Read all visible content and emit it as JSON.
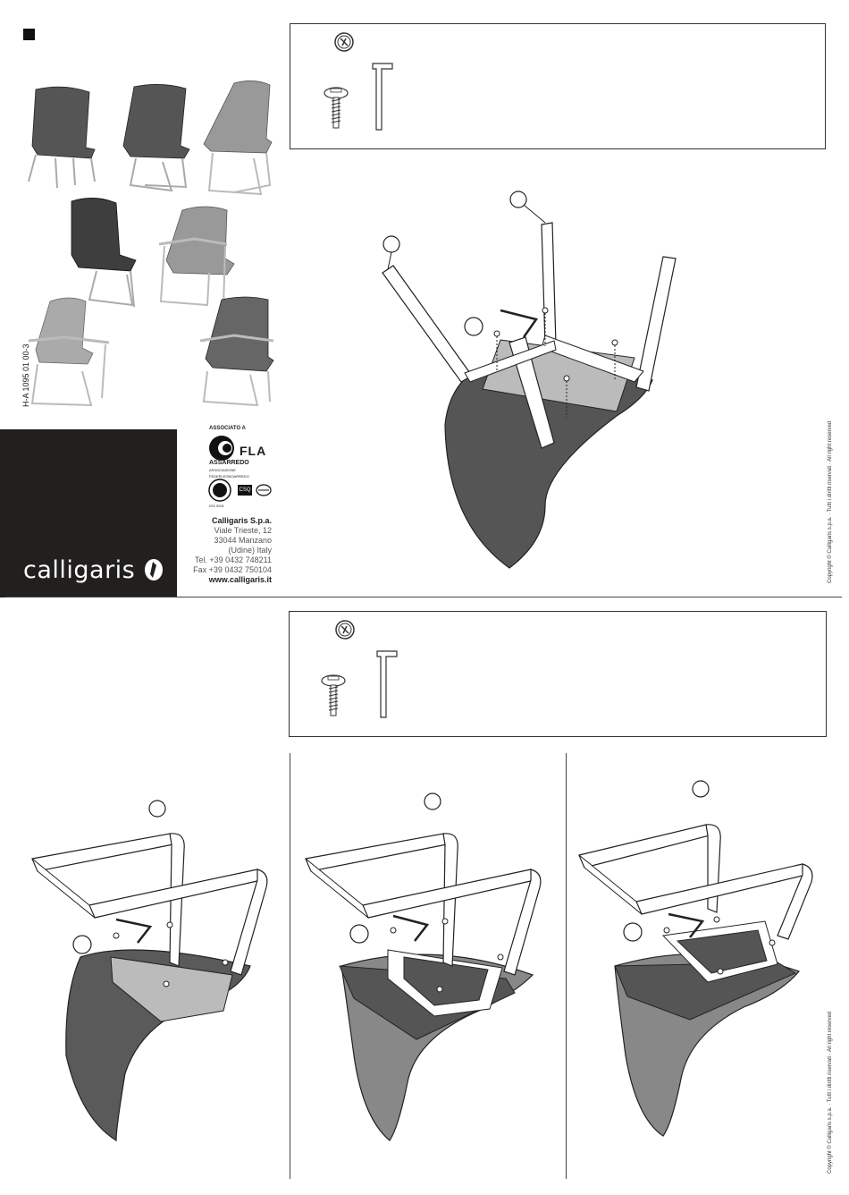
{
  "document": {
    "code": "H-A 1095 01 00-3",
    "copyright": "Copyright © Calligaris s.p.a. · Tutti i diritti riservati · All right reserved"
  },
  "brand": {
    "name": "calligaris",
    "company": "Calligaris S.p.a.",
    "address_line1": "Viale Trieste, 12",
    "address_line2": "33044 Manzano",
    "address_line3": "(Udine) Italy",
    "tel": "Tel. +39 0432 748211",
    "fax": "Fax +39 0432 750104",
    "web": "www.calligaris.it"
  },
  "association": {
    "header": "ASSOCIATO A",
    "acronym": "FLA",
    "name": "ASSARREDO",
    "subtitle": "ASSOCIAZIONE FEDERLEGNOARREDO",
    "iso": "ISO 9001",
    "cert": "CSQ"
  },
  "colors": {
    "ink": "#1a1a1a",
    "brand_block": "#221f1f",
    "fabric_dark": "#4a4a4a",
    "fabric_mid": "#7a7a7a",
    "fabric_light": "#a8a8a8",
    "frame": "#ffffff",
    "seat_panel": "#b0b0b0"
  },
  "icons": {
    "product_marker": "filled-square",
    "wrench": "allen-key-badge",
    "screw": "screw",
    "hex_key": "allen-key"
  }
}
